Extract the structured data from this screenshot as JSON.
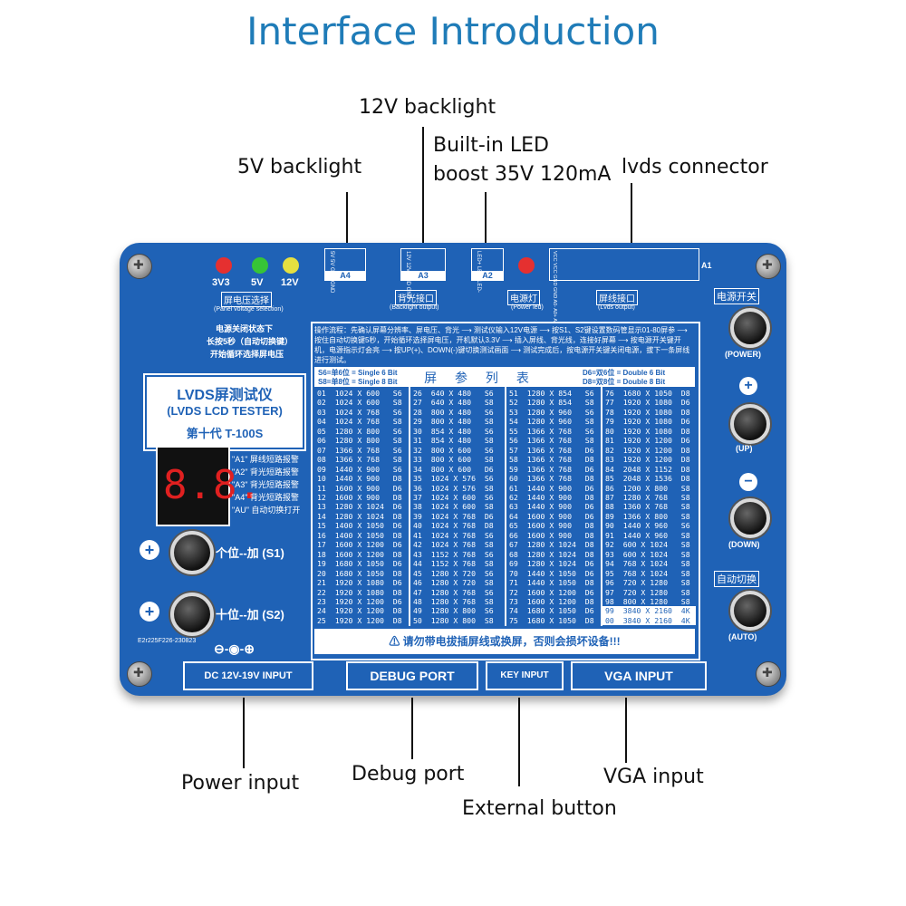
{
  "title": "Interface Introduction",
  "callouts": {
    "backlight_5v": "5V backlight",
    "backlight_12v": "12V backlight",
    "led_boost_line1": "Built-in LED",
    "led_boost_line2": "boost 35V 120mA",
    "lvds_connector": "lvds connector",
    "power_input": "Power input",
    "debug_port": "Debug port",
    "external_button": "External button",
    "vga_input": "VGA input"
  },
  "board": {
    "leds": [
      {
        "label": "3V3",
        "color": "#e53030"
      },
      {
        "label": "5V",
        "color": "#37c437"
      },
      {
        "label": "12V",
        "color": "#e6e040"
      }
    ],
    "panel_voltage_cn": "屏电压选择",
    "panel_voltage_en": "(Panel voltage selection)",
    "note_cn_1": "电源关闭状态下",
    "note_cn_2": "长按5秒（自动切换键）",
    "note_cn_3": "开始循环选择屏电压",
    "connectors": {
      "a4": "A4",
      "a3": "A3",
      "a2": "A2",
      "a1": "A1",
      "a4_pins": "5V 5V GND GND",
      "a3_pins": "12V 12V GND GND",
      "a2_pins": "LED+ LED- LED-",
      "a1_pins": "VCC VCC GND GND A0- A0+ A1- A1+ GND A2- A2+ CLK- CLK+ A3- A3+ GND B0- B0+ B1- B1+ GND B2- B2+ CLK- CLK+ B3- B3+"
    },
    "backlight_if_cn": "背光接口",
    "backlight_if_en": "(Backlight output)",
    "power_led_cn": "电源灯",
    "power_led_en": "(Power led)",
    "lvds_out_cn": "屏线接口",
    "lvds_out_en": "(Lvds output)",
    "procedure": "操作流程：先确认屏幕分辨率、屏电压、背光 ⟶ 测试仪输入12V电源 ⟶ 按S1、S2键设置数码管显示01-80屏参 ⟶ 按住自动切换键5秒，开始循环选择屏电压，开机默认3.3V ⟶ 插入屏线、背光线，连接好屏幕 ⟶ 按电源开关键开机，电源指示灯会亮 ⟶ 按UP(+)、DOWN(-)键切换测试画面 ⟶ 测试完成后，按电源开关键关闭电源，拔下一条屏线进行测试。",
    "s6_note": "S6=单6位 = Single 6 Bit",
    "s8_note": "S8=单8位 = Single 8 Bit",
    "table_title": "屏 参 列 表",
    "d6_note": "D6=双6位 = Double 6 Bit",
    "d8_note": "D8=双8位 = Double 8 Bit",
    "table": [
      [
        "01  1024 X 600   S6",
        "02  1024 X 600   S8",
        "03  1024 X 768   S6",
        "04  1024 X 768   S8",
        "05  1280 X 800   S6",
        "06  1280 X 800   S8",
        "07  1366 X 768   S6",
        "08  1366 X 768   S8",
        "09  1440 X 900   S6",
        "10  1440 X 900   D8",
        "11  1600 X 900   D6",
        "12  1600 X 900   D8",
        "13  1280 X 1024  D6",
        "14  1280 X 1024  D8",
        "15  1400 X 1050  D6",
        "16  1400 X 1050  D8",
        "17  1600 X 1200  D6",
        "18  1600 X 1200  D8",
        "19  1680 X 1050  D6",
        "20  1680 X 1050  D8",
        "21  1920 X 1080  D6",
        "22  1920 X 1080  D8",
        "23  1920 X 1200  D6",
        "24  1920 X 1200  D8",
        "25  1920 X 1200  D8"
      ],
      [
        "26  640 X 480   S6",
        "27  640 X 480   S8",
        "28  800 X 480   S6",
        "29  800 X 480   S8",
        "30  854 X 480   S6",
        "31  854 X 480   S8",
        "32  800 X 600   S6",
        "33  800 X 600   S8",
        "34  800 X 600   D6",
        "35  1024 X 576  S6",
        "36  1024 X 576  S8",
        "37  1024 X 600  S6",
        "38  1024 X 600  S8",
        "39  1024 X 768  D6",
        "40  1024 X 768  D8",
        "41  1024 X 768  S6",
        "42  1024 X 768  S8",
        "43  1152 X 768  S6",
        "44  1152 X 768  S8",
        "45  1280 X 720  S6",
        "46  1280 X 720  S8",
        "47  1280 X 768  S6",
        "48  1280 X 768  S8",
        "49  1280 X 800  S6",
        "50  1280 X 800  S8"
      ],
      [
        "51  1280 X 854   S6",
        "52  1280 X 854   S8",
        "53  1280 X 960   S6",
        "54  1280 X 960   S8",
        "55  1366 X 768   S6",
        "56  1366 X 768   S8",
        "57  1366 X 768   D6",
        "58  1366 X 768   D8",
        "59  1366 X 768   D6",
        "60  1366 X 768   D8",
        "61  1440 X 900   D6",
        "62  1440 X 900   D8",
        "63  1440 X 900   D6",
        "64  1600 X 900   D6",
        "65  1600 X 900   D8",
        "66  1600 X 900   D8",
        "67  1280 X 1024  D8",
        "68  1280 X 1024  D8",
        "69  1280 X 1024  D6",
        "70  1440 X 1050  D6",
        "71  1440 X 1050  D8",
        "72  1600 X 1200  D6",
        "73  1600 X 1200  D8",
        "74  1680 X 1050  D6",
        "75  1680 X 1050  D8"
      ],
      [
        "76  1680 X 1050  D8",
        "77  1920 X 1080  D6",
        "78  1920 X 1080  D8",
        "79  1920 X 1080  D6",
        "80  1920 X 1080  D8",
        "81  1920 X 1200  D6",
        "82  1920 X 1200  D8",
        "83  1920 X 1200  D8",
        "84  2048 X 1152  D8",
        "85  2048 X 1536  D8",
        "86  1200 X 800   S8",
        "87  1280 X 768   S8",
        "88  1360 X 768   S8",
        "89  1366 X 800   S8",
        "90  1440 X 960   S6",
        "91  1440 X 960   S8",
        "92  600 X 1024   S8",
        "93  600 X 1024   S8",
        "94  768 X 1024   S8",
        "95  768 X 1024   S8",
        "96  720 X 1280   S8",
        "97  720 X 1280   S8",
        "98  800 X 1280   S8",
        "99  3840 X 2160  4K",
        "00  3840 X 2160  4K"
      ]
    ],
    "warning": "⚠ 请勿带电拔插屏线或换屏，否则会损坏设备!!!",
    "tester_line1": "LVDS屏测试仪",
    "tester_line2": "(LVDS LCD TESTER)",
    "tester_line3": "第十代   T-100S",
    "seg_display": "8.8.",
    "codes": [
      "\"A1\" 屏线短路报警",
      "\"A2\" 背光短路报警",
      "\"A3\" 背光短路报警",
      "\"A4\" 背光短路报警",
      "\"AU\" 自动切换打开"
    ],
    "s1_label": "个位--加 (S1)",
    "s2_label": "十位--加 (S2)",
    "plus_symbol": "+",
    "minus_symbol": "−",
    "power_cn": "电源开关",
    "power_en": "(POWER)",
    "up_en": "(UP)",
    "down_en": "(DOWN)",
    "auto_cn": "自动切换",
    "auto_en": "(AUTO)",
    "polarity": "⊖-◉-⊕",
    "serial": "E2r225F226-230823",
    "ports": {
      "dc": "DC 12V-19V INPUT",
      "debug": "DEBUG PORT",
      "key": "KEY  INPUT",
      "vga": "VGA  INPUT"
    }
  }
}
